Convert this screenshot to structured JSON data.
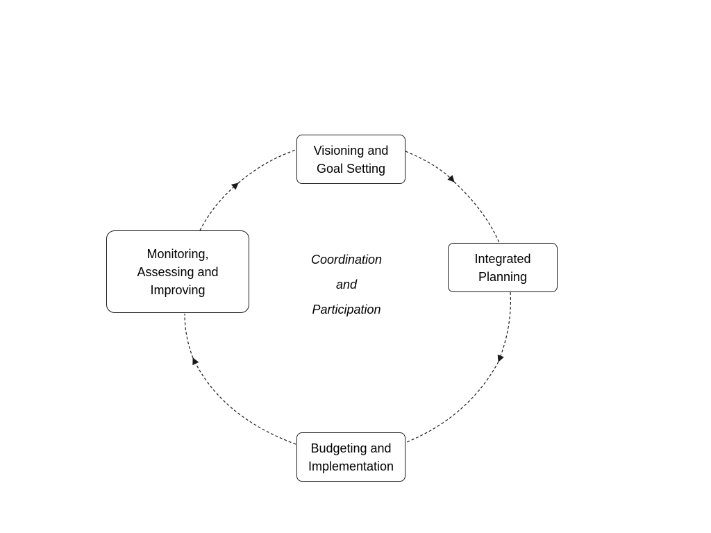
{
  "diagram": {
    "nodes": [
      {
        "id": "visioning",
        "label_line1": "Visioning and",
        "label_line2": "Goal Setting"
      },
      {
        "id": "integrated",
        "label_line1": "Integrated",
        "label_line2": "Planning"
      },
      {
        "id": "budgeting",
        "label_line1": "Budgeting and",
        "label_line2": "Implementation"
      },
      {
        "id": "monitoring",
        "label_line1": "Monitoring,",
        "label_line2": "Assessing and",
        "label_line3": "Improving"
      }
    ],
    "center": {
      "line1": "Coordination",
      "line2": "and",
      "line3": "Participation"
    },
    "edges": [
      {
        "from": "visioning",
        "to": "integrated"
      },
      {
        "from": "integrated",
        "to": "budgeting"
      },
      {
        "from": "budgeting",
        "to": "monitoring"
      },
      {
        "from": "monitoring",
        "to": "visioning"
      }
    ],
    "colors": {
      "line": "#1a1a1a",
      "background": "#ffffff"
    }
  }
}
